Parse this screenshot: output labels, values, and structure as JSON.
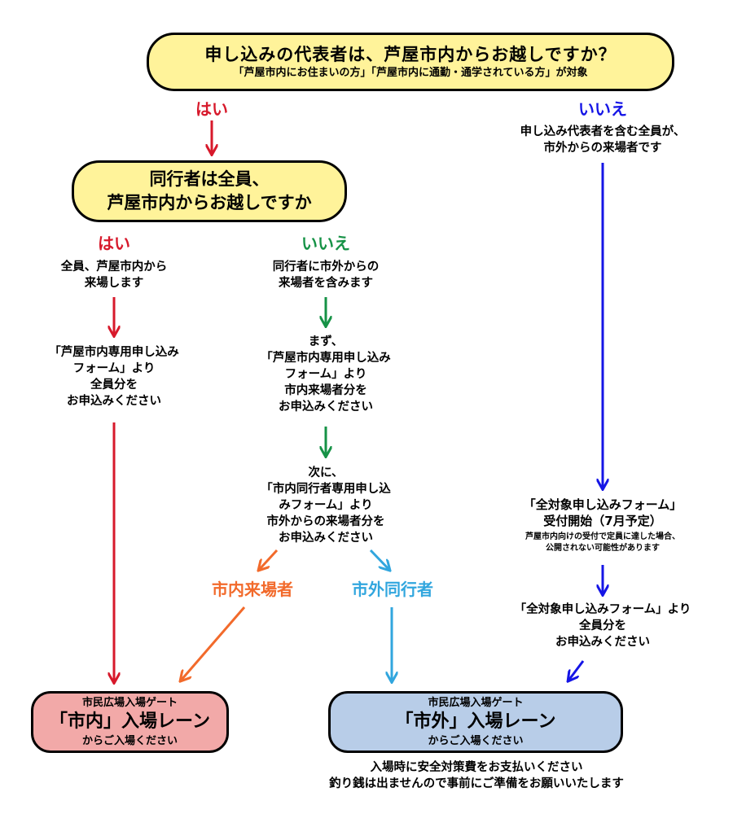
{
  "question1": {
    "title": "申し込みの代表者は、芦屋市内からお越しですか？",
    "subtitle": "「芦屋市内にお住まいの方」「芦屋市内に通勤・通学されている方」が対象"
  },
  "yes1_label": "はい",
  "no1_label": "いいえ",
  "no1_text": "申し込み代表者を含む全員が、\n市外からの来場者です",
  "question2": {
    "line1": "同行者は全員、",
    "line2": "芦屋市内からお越しですか"
  },
  "yes2_label": "はい",
  "no2_label": "いいえ",
  "yes2_text": "全員、芦屋市内から\n来場します",
  "no2_text": "同行者に市外からの\n来場者を含みます",
  "yes2_step": "「芦屋市内専用申し込み\nフォーム」より\n全員分を\nお申込みください",
  "no2_step1": "まず、\n「芦屋市内専用申し込み\nフォーム」より\n市内来場者分を\nお申込みください",
  "no2_step2": "次に、\n「市内同行者専用申し込\nみフォーム」より\n市外からの来場者分を\nお申込みください",
  "branch_inside": "市内来場者",
  "branch_outside": "市外同行者",
  "no1_step1": {
    "main": "「全対象申し込みフォーム」\n受付開始（7月予定）",
    "note": "芦屋市内向けの受付で定員に達した場合、\n公開されない可能性があります"
  },
  "no1_step2": "「全対象申し込みフォーム」より\n全員分を\nお申込みください",
  "gate_inside": {
    "top": "市民広場入場ゲート",
    "main": "「市内」入場レーン",
    "bottom": "からご入場ください"
  },
  "gate_outside": {
    "top": "市民広場入場ゲート",
    "main": "「市外」入場レーン",
    "bottom": "からご入場ください"
  },
  "footer": "入場時に安全対策費をお支払いください\n釣り銭は出ませんので事前にご準備をお願いいたします",
  "colors": {
    "yes": "#d7192b",
    "no_green": "#169246",
    "no_blue": "#1515e6",
    "inside": "#f26a2b",
    "outside": "#31a6de",
    "pill": "#fff39a",
    "gate_inside": "#f2a9a8",
    "gate_outside": "#b8cde8"
  }
}
